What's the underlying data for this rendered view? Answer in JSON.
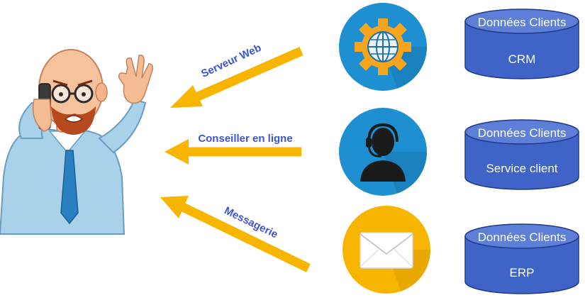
{
  "channels": [
    {
      "label": "Serveur Web",
      "icon": "gear-globe-icon",
      "color": "#1e8fd0"
    },
    {
      "label": "Conseiller en ligne",
      "icon": "headset-agent-icon",
      "color": "#1e8fd0"
    },
    {
      "label": "Messagerie",
      "icon": "envelope-icon",
      "color": "#f7b500"
    }
  ],
  "databases": [
    {
      "title": "Données Clients",
      "subtitle": "CRM"
    },
    {
      "title": "Données Clients",
      "subtitle": "Service client"
    },
    {
      "title": "Données Clients",
      "subtitle": "ERP"
    }
  ],
  "colors": {
    "arrow": "#f7b500",
    "label": "#3a55d6",
    "database": "#3f63c7",
    "database_top": "#5d7fd8"
  }
}
